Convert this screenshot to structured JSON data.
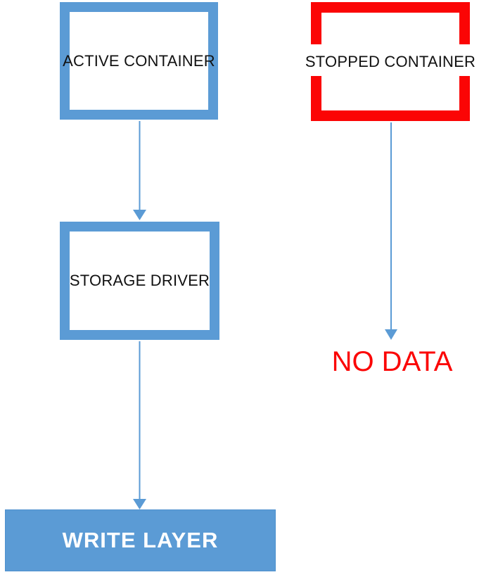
{
  "colors": {
    "blue": "#5B9BD5",
    "red": "#FB0505",
    "label": "#111111",
    "write_layer_text": "#FFFFFF",
    "background": "#FFFFFF"
  },
  "diagram": {
    "nodes": [
      {
        "id": "active-container",
        "label": "ACTIVE CONTAINER",
        "style": "blue-outline"
      },
      {
        "id": "stopped-container",
        "label": "STOPPED CONTAINER",
        "style": "red-outline"
      },
      {
        "id": "storage-driver",
        "label": "STORAGE DRIVER",
        "style": "blue-outline"
      },
      {
        "id": "write-layer",
        "label": "WRITE LAYER",
        "style": "blue-filled"
      },
      {
        "id": "no-data",
        "label": "NO DATA",
        "style": "red-text"
      }
    ],
    "edges": [
      {
        "from": "active-container",
        "to": "storage-driver"
      },
      {
        "from": "storage-driver",
        "to": "write-layer"
      },
      {
        "from": "stopped-container",
        "to": "no-data"
      }
    ]
  }
}
